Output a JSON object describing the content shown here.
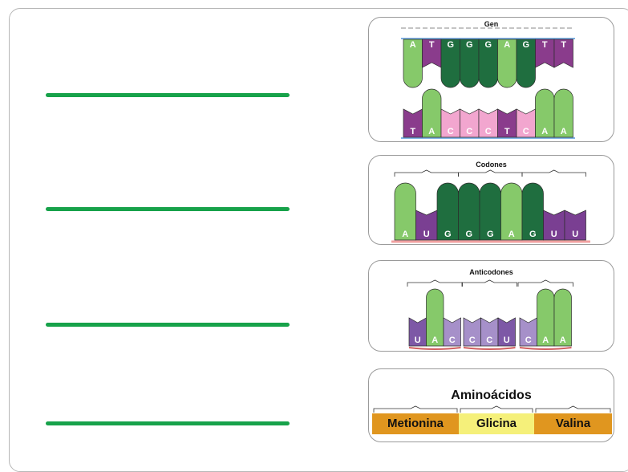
{
  "panels": {
    "gen": {
      "title": "Gen",
      "top_strand": [
        "A",
        "T",
        "G",
        "G",
        "G",
        "A",
        "G",
        "T",
        "T"
      ],
      "bottom_strand": [
        "T",
        "A",
        "C",
        "C",
        "C",
        "T",
        "C",
        "A",
        "A"
      ]
    },
    "codones": {
      "title": "Codones",
      "bases": [
        "A",
        "U",
        "G",
        "G",
        "G",
        "A",
        "G",
        "U",
        "U"
      ]
    },
    "anticodones": {
      "title": "Anticodones",
      "bases": [
        "U",
        "A",
        "C",
        "C",
        "C",
        "U",
        "C",
        "A",
        "A"
      ]
    },
    "aminoacidos": {
      "title": "Aminoácidos",
      "items": [
        "Metionina",
        "Glicina",
        "Valina"
      ]
    }
  },
  "colors": {
    "A": "#86c96a",
    "G": "#1f6e3f",
    "T": "#8a3c8c",
    "C": "#f2a6cf",
    "U": "#7a3f92",
    "C_trna": "#a690c9",
    "U_trna": "#7d58a6",
    "line": "#17a24a",
    "metionina": "#e0961f",
    "glicina": "#f5f07a",
    "valina": "#e0961f"
  }
}
